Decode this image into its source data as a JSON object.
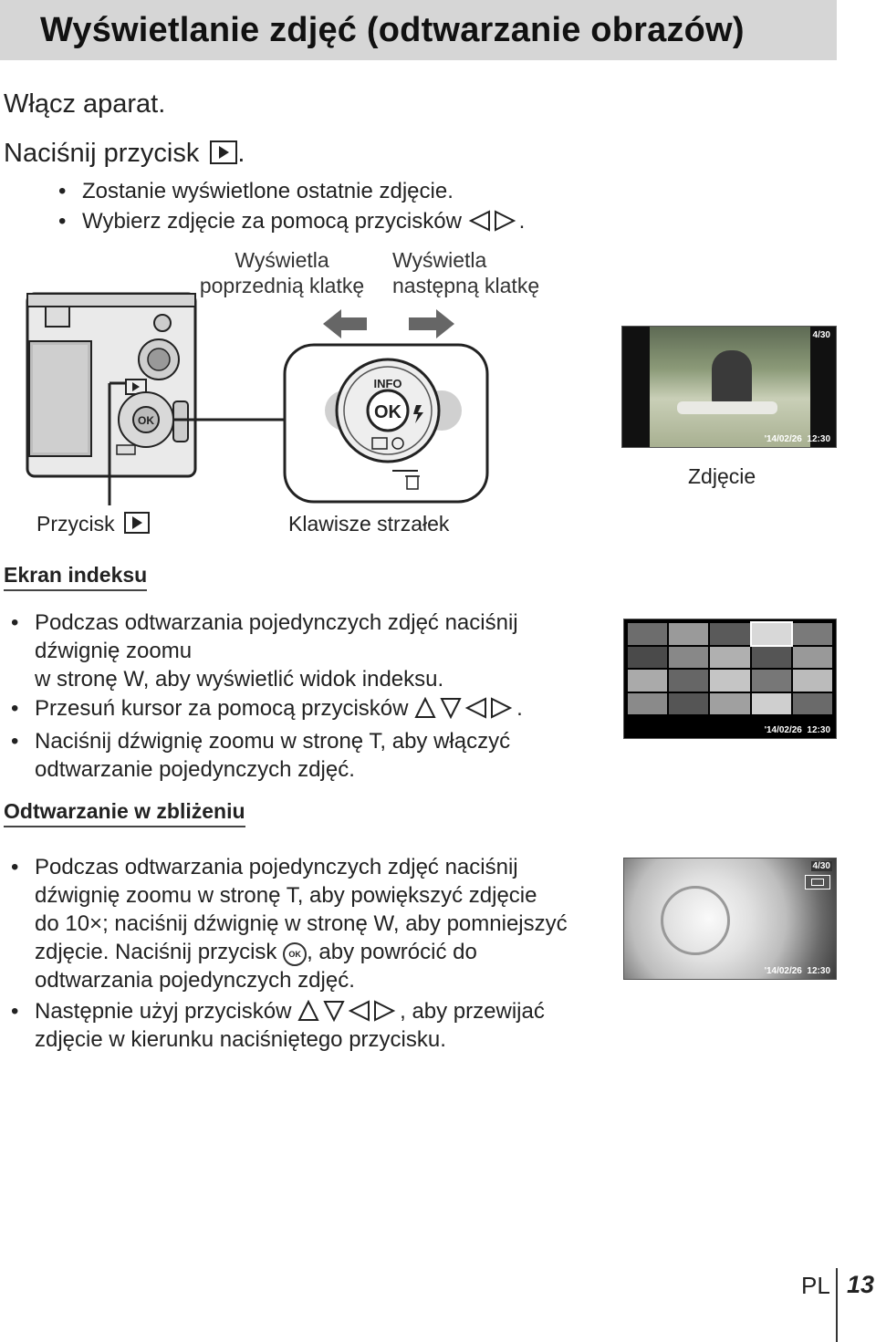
{
  "page": {
    "title": "Wyświetlanie zdjęć (odtwarzanie obrazów)",
    "footer": {
      "lang": "PL",
      "page_number": "13"
    }
  },
  "steps": [
    {
      "text": "Włącz aparat."
    },
    {
      "text_before": "Naciśnij przycisk",
      "text_after": "."
    }
  ],
  "step_bullets": [
    "Zostanie wyświetlone ostatnie zdjęcie.",
    "Wybierz zdjęcie za pomocą przycisków"
  ],
  "diagram": {
    "prev_label_line1": "Wyświetla",
    "prev_label_line2": "poprzednią klatkę",
    "next_label_line1": "Wyświetla",
    "next_label_line2": "następną klatkę",
    "photo_caption": "Zdjęcie",
    "button_caption": "Przycisk",
    "arrows_caption": "Klawisze strzałek",
    "dial_top": "INFO",
    "dial_center": "OK",
    "photo_counter": "4/30",
    "photo_timestamp": "'14/02/26  12:30"
  },
  "index_section": {
    "heading": "Ekran indeksu",
    "bullets": [
      [
        "Podczas odtwarzania pojedynczych zdjęć naciśnij",
        "dźwignię zoomu",
        "w stronę W, aby wyświetlić widok indeksu."
      ],
      [
        "Przesuń kursor za pomocą przycisków"
      ],
      [
        "Naciśnij dźwignię zoomu w stronę T, aby włączyć",
        "odtwarzanie pojedynczych zdjęć."
      ]
    ],
    "screen_timestamp": "'14/02/26  12:30"
  },
  "zoom_section": {
    "heading": "Odtwarzanie w zbliżeniu",
    "bullet1": [
      "Podczas odtwarzania pojedynczych zdjęć naciśnij",
      "dźwignię zoomu w stronę T, aby powiększyć zdjęcie",
      "do 10×; naciśnij dźwignię w stronę W, aby pomniejszyć"
    ],
    "bullet1_line4_before": "zdjęcie. Naciśnij przycisk",
    "bullet1_line4_after": ", aby powrócić do",
    "bullet1_line5": "odtwarzania pojedynczych zdjęć.",
    "bullet2_before": "Następnie użyj przycisków",
    "bullet2_after": ", aby przewijać",
    "bullet2_line2": "zdjęcie w kierunku naciśniętego przycisku.",
    "ok_glyph": "OK",
    "screen_counter": "4/30",
    "screen_timestamp": "'14/02/26  12:30"
  }
}
